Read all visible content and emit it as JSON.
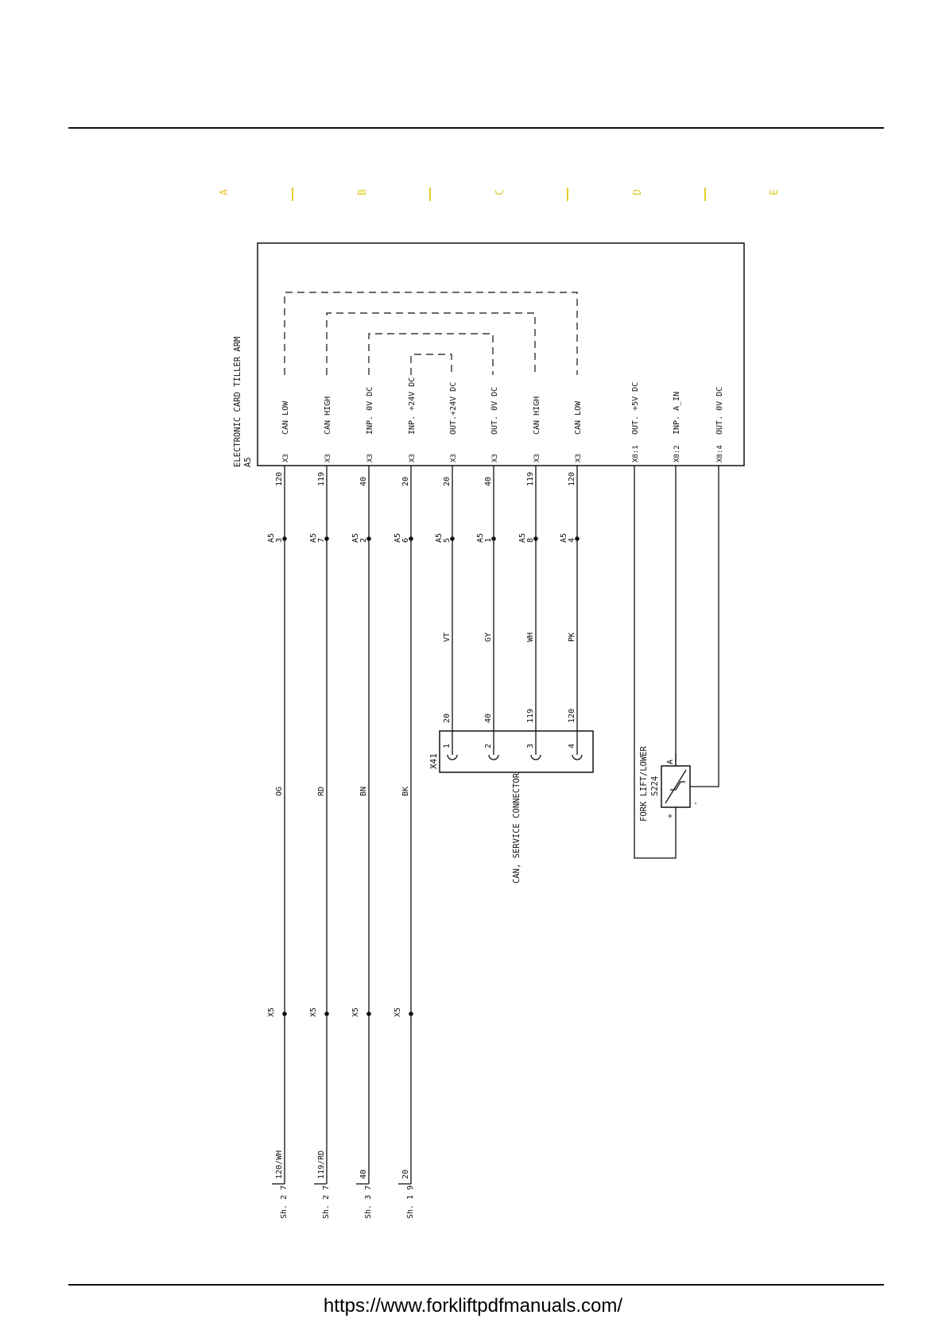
{
  "zone_letters": [
    "A",
    "B",
    "C",
    "D",
    "E"
  ],
  "colors": {
    "zone_mark": "#e2cb2a",
    "line": "#111111"
  },
  "module": {
    "title": "ELECTRONIC CARD TILLER ARM",
    "ref": "A5"
  },
  "x3_label": "X3",
  "pin_labels": [
    "CAN LOW",
    "CAN HIGH",
    "INP. 0V DC",
    "INP. +24V DC",
    "OUT.+24V DC",
    "OUT. 0V DC",
    "CAN HIGH",
    "CAN LOW"
  ],
  "wire_numbers_top": [
    "120",
    "119",
    "40",
    "20",
    "20",
    "40",
    "119",
    "120"
  ],
  "a5_pins": [
    "3",
    "7",
    "2",
    "6",
    "5",
    "1",
    "8",
    "4"
  ],
  "a5_label": "A5",
  "wire_colors_left": [
    "OG",
    "RD",
    "BN",
    "BK"
  ],
  "wire_colors_right": [
    "VT",
    "GY",
    "WH",
    "PK"
  ],
  "wire_numbers_bottom_right": [
    "20",
    "40",
    "119",
    "120"
  ],
  "x5_label": "X5",
  "sheet_wires": [
    "120/WH",
    "119/RD",
    "40",
    "20"
  ],
  "sheet_refs": [
    "Sh. 2 7",
    "Sh. 2 7",
    "Sh. 3 7",
    "Sh. 1 9"
  ],
  "connector": {
    "ref": "X41",
    "name": "CAN, SERVICE CONNECTOR",
    "pins": [
      "1",
      "2",
      "3",
      "4"
    ]
  },
  "x8_pins": [
    {
      "pin": "X8:1",
      "label": "OUT. +5V DC"
    },
    {
      "pin": "X8:2",
      "label": "INP. A_IN"
    },
    {
      "pin": "X8:4",
      "label": "OUT. 0V DC"
    }
  ],
  "sensor": {
    "name": "FORK LIFT/LOWER",
    "ref": "S224",
    "pin_a": "A",
    "pin_plus": "+",
    "pin_minus": "-"
  },
  "footer_url": "https://www.forkliftpdfmanuals.com/"
}
